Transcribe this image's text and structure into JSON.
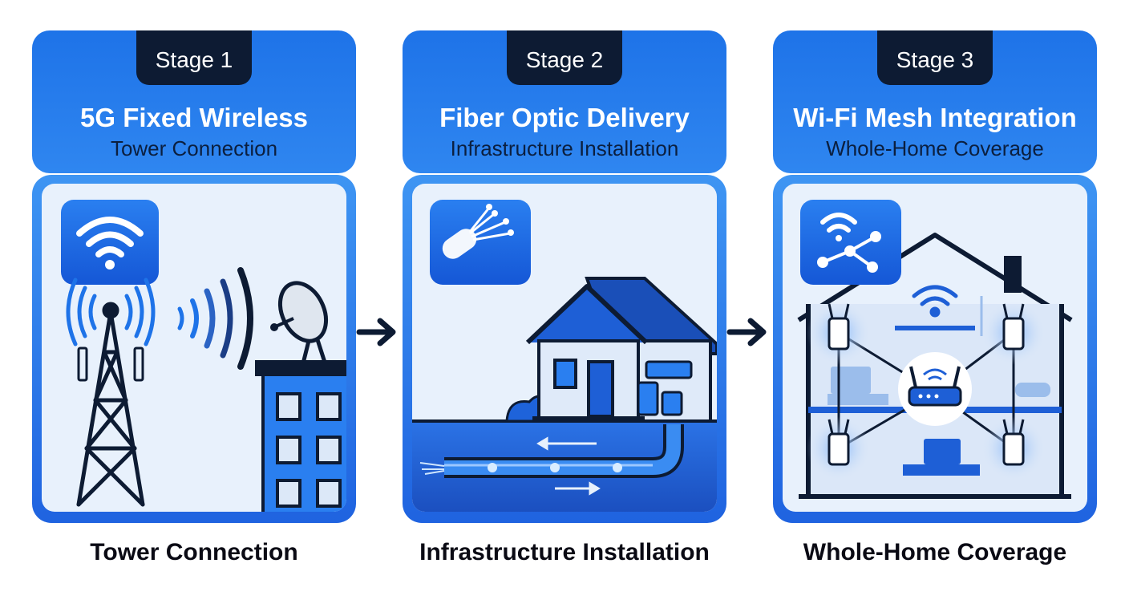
{
  "stages": [
    {
      "label": "Stage 1",
      "title": "5G Fixed Wireless",
      "subtitle": "Tower Connection",
      "caption": "Tower Connection",
      "icon": "wifi-icon"
    },
    {
      "label": "Stage 2",
      "title": "Fiber Optic Delivery",
      "subtitle": "Infrastructure Installation",
      "caption": "Infrastructure Installation",
      "icon": "fiber-cable-icon"
    },
    {
      "label": "Stage 3",
      "title": "Wi-Fi Mesh Integration",
      "subtitle": "Whole-Home Coverage",
      "caption": "Whole-Home Coverage",
      "icon": "wifi-mesh-icon"
    }
  ],
  "colors": {
    "primary_blue": "#1e73e8",
    "navy": "#0d1b33",
    "panel_bg": "#e8f1fc",
    "caption_text": "#0a0a14"
  }
}
